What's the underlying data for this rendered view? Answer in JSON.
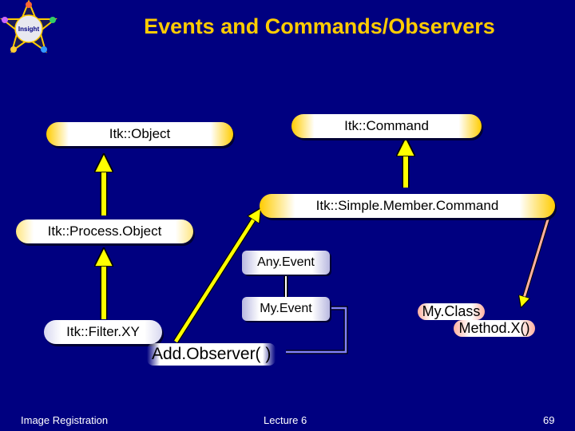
{
  "title": "Events and Commands/Observers",
  "nodes": {
    "object": "Itk::Object",
    "command": "Itk::Command",
    "simple_member_command": "Itk::Simple.Member.Command",
    "process_object": "Itk::Process.Object",
    "any_event": "Any.Event",
    "my_event": "My.Event",
    "filter_xy": "Itk::Filter.XY",
    "my_class_line1": "My.Class",
    "my_class_line2": "Method.X()"
  },
  "add_observer": "Add.Observer( )",
  "logo_text": "Insight",
  "footer": {
    "left": "Image Registration",
    "center": "Lecture 6",
    "page": "69"
  },
  "colors": {
    "background": "#000080",
    "title": "#FFCC00",
    "inheritance_arrow": "#FFFF00",
    "callback_arrow": "#FFB0A0",
    "event_link": "#8080FF"
  }
}
